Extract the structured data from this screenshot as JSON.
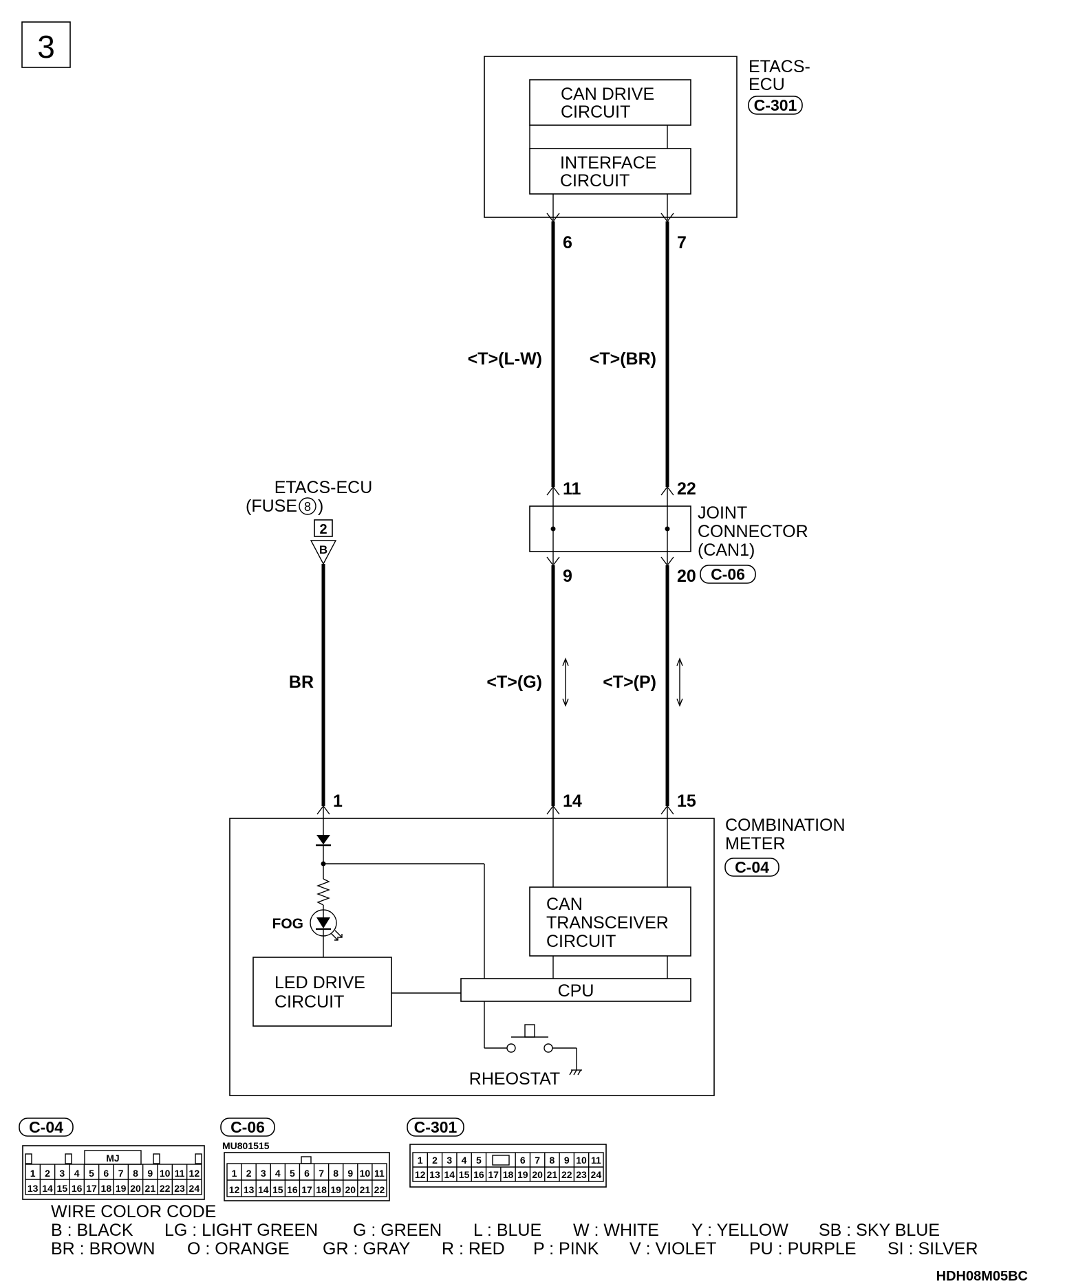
{
  "page_number": "3",
  "etacs_ecu": {
    "name_line1": "ETACS-",
    "name_line2": "ECU",
    "connector": "C-301",
    "can_drive_line1": "CAN DRIVE",
    "can_drive_line2": "CIRCUIT",
    "interface_line1": "INTERFACE",
    "interface_line2": "CIRCUIT",
    "pin_left": "6",
    "pin_right": "7"
  },
  "wires": {
    "upper_left_label": "<T>(L-W)",
    "upper_right_label": "<T>(BR)",
    "lower_left_label": "<T>(G)",
    "lower_right_label": "<T>(P)",
    "power_label": "BR"
  },
  "joint_connector": {
    "line1": "JOINT",
    "line2": "CONNECTOR",
    "line3": "(CAN1)",
    "connector": "C-06",
    "pin_top_left": "11",
    "pin_top_right": "22",
    "pin_bottom_left": "9",
    "pin_bottom_right": "20"
  },
  "fuse_source": {
    "line1": "ETACS-ECU",
    "line2_prefix": "(FUSE",
    "fuse_number": "8",
    "line2_suffix": ")",
    "box_number": "2",
    "terminal_letter": "B"
  },
  "combination_meter": {
    "line1": "COMBINATION",
    "line2": "METER",
    "connector": "C-04",
    "pin_power": "1",
    "pin_can_h": "14",
    "pin_can_l": "15",
    "fog_label": "FOG",
    "led_drive_line1": "LED DRIVE",
    "led_drive_line2": "CIRCUIT",
    "can_trans_line1": "CAN",
    "can_trans_line2": "TRANSCEIVER",
    "can_trans_line3": "CIRCUIT",
    "cpu_label": "CPU",
    "rheostat_label": "RHEOSTAT"
  },
  "connector_views": {
    "c04": {
      "label": "C-04",
      "tag": "MJ",
      "row1": [
        "1",
        "2",
        "3",
        "4",
        "5",
        "6",
        "7",
        "8",
        "9",
        "10",
        "11",
        "12"
      ],
      "row2": [
        "13",
        "14",
        "15",
        "16",
        "17",
        "18",
        "19",
        "20",
        "21",
        "22",
        "23",
        "24"
      ]
    },
    "c06": {
      "label": "C-06",
      "part_number": "MU801515",
      "row1": [
        "1",
        "2",
        "3",
        "4",
        "5",
        "6",
        "7",
        "8",
        "9",
        "10",
        "11"
      ],
      "row2": [
        "12",
        "13",
        "14",
        "15",
        "16",
        "17",
        "18",
        "19",
        "20",
        "21",
        "22"
      ]
    },
    "c301": {
      "label": "C-301",
      "row1_left": [
        "1",
        "2",
        "3",
        "4",
        "5"
      ],
      "row1_right": [
        "6",
        "7",
        "8",
        "9",
        "10",
        "11"
      ],
      "row2": [
        "12",
        "13",
        "14",
        "15",
        "16",
        "17",
        "18",
        "19",
        "20",
        "21",
        "22",
        "23",
        "24"
      ]
    }
  },
  "wire_color_code": {
    "title": "WIRE COLOR CODE",
    "row1": [
      "B : BLACK",
      "LG : LIGHT GREEN",
      "G : GREEN",
      "L : BLUE",
      "W : WHITE",
      "Y : YELLOW",
      "SB : SKY BLUE"
    ],
    "row2": [
      "BR : BROWN",
      "O : ORANGE",
      "GR : GRAY",
      "R : RED",
      "P : PINK",
      "V : VIOLET",
      "PU : PURPLE",
      "SI : SILVER"
    ]
  },
  "figure_code": "HDH08M05BC"
}
